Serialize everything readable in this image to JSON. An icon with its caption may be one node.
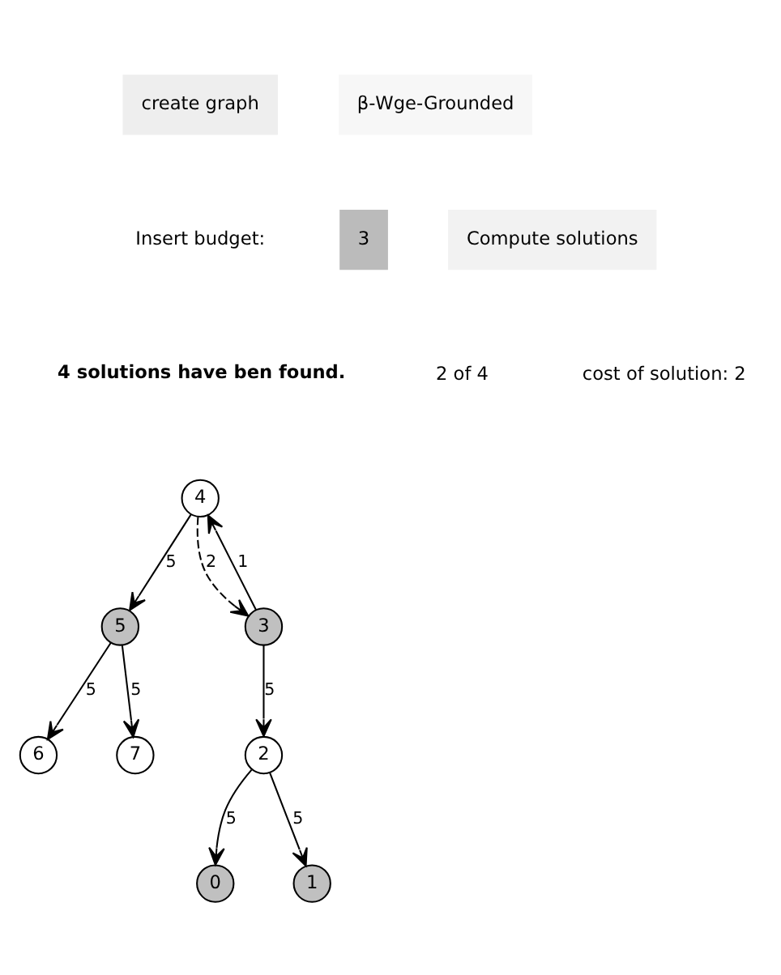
{
  "diagram": {
    "nodes": [
      {
        "text": [
          "6"
        ]
      },
      {
        "text": [
          "5"
        ]
      },
      {
        "text": [
          "7"
        ]
      },
      {
        "text": [
          "4"
        ]
      },
      {
        "text": [
          "0"
        ]
      },
      {
        "text": [
          "3"
        ]
      },
      {
        "text": [
          "1"
        ]
      },
      {
        "text": [
          "2"
        ]
      }
    ],
    "edges": [
      {
        "from": 1,
        "to": 0,
        "arrow": "to",
        "label": "5"
      },
      {
        "from": 1,
        "to": 2,
        "arrow": "to",
        "label": "5"
      },
      {
        "from": 3,
        "to": 1,
        "arrow": "to",
        "label": "5"
      },
      {
        "from": 5,
        "to": 3,
        "arrow": "to",
        "label": "1"
      },
      {
        "from": 3,
        "to": 5,
        "arrow": "to",
        "label": "2",
        "style": "dashed"
      },
      {
        "from": 5,
        "to": 7,
        "arrow": "to",
        "label": "5"
      },
      {
        "from": 7,
        "to": 4,
        "arrow": "to",
        "label": "5"
      },
      {
        "from": 7,
        "to": 6,
        "arrow": "to",
        "label": "5"
      }
    ],
    "labels": [
      "create graph",
      "β-Wge-Grounded",
      "Insert budget:",
      "3",
      "Compute solutions",
      "4 solutions have ben found.",
      "2 of 4",
      "cost of solution: 2"
    ]
  }
}
